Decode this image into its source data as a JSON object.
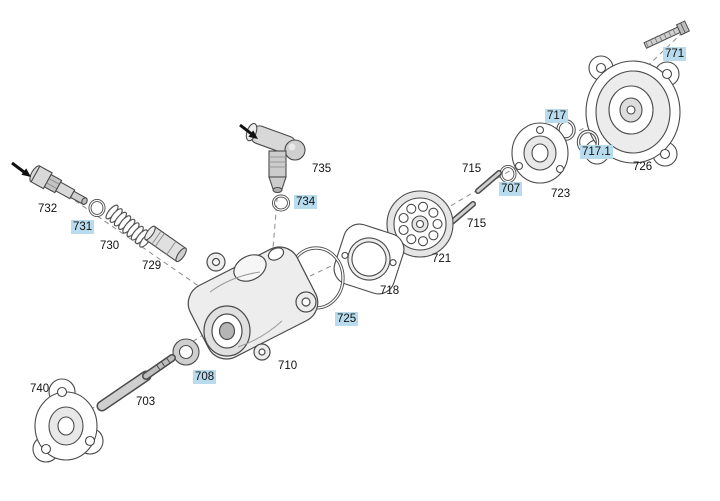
{
  "diagram": {
    "kind": "exploded-parts-diagram",
    "highlight_color": "#b8dcee",
    "line_color": "#4a4a4a",
    "callouts": {
      "p771": {
        "text": "771",
        "highlighted": true
      },
      "p726": {
        "text": "726",
        "highlighted": false
      },
      "p717": {
        "text": "717",
        "highlighted": true
      },
      "p717_1": {
        "text": "717.1",
        "highlighted": true
      },
      "p723": {
        "text": "723",
        "highlighted": false
      },
      "p707": {
        "text": "707",
        "highlighted": true
      },
      "p715a": {
        "text": "715",
        "highlighted": false
      },
      "p715b": {
        "text": "715",
        "highlighted": false
      },
      "p721": {
        "text": "721",
        "highlighted": false
      },
      "p718": {
        "text": "718",
        "highlighted": false
      },
      "p725": {
        "text": "725",
        "highlighted": true
      },
      "p734": {
        "text": "734",
        "highlighted": true
      },
      "p735": {
        "text": "735",
        "highlighted": false
      },
      "p710": {
        "text": "710",
        "highlighted": false
      },
      "p708": {
        "text": "708",
        "highlighted": true
      },
      "p703": {
        "text": "703",
        "highlighted": false
      },
      "p740": {
        "text": "740",
        "highlighted": false
      },
      "p732": {
        "text": "732",
        "highlighted": false
      },
      "p731": {
        "text": "731",
        "highlighted": true
      },
      "p730": {
        "text": "730",
        "highlighted": false
      },
      "p729": {
        "text": "729",
        "highlighted": false
      }
    },
    "icons": [
      {
        "name": "direction-arrow",
        "count": 2
      }
    ]
  }
}
